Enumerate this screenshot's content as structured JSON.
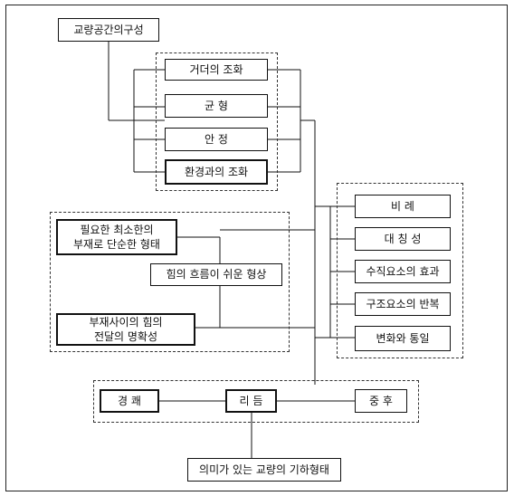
{
  "top_node": "교량공간의구성",
  "harmony_group": [
    "거더의 조화",
    "균    형",
    "안    정",
    "환경과의 조화"
  ],
  "structure_group": {
    "minimal_member": "필요한 최소한의\n부재로 단순한 형태",
    "force_flow": "힘의 흐름이 쉬운 형상",
    "force_transfer": "부재사이의 힘의\n전달의 명확성"
  },
  "proportion_group": [
    "비    례",
    "대 칭 성",
    "수직요소의 효과",
    "구조요소의 반복",
    "변화와 통일"
  ],
  "rhythm_row": [
    "경    쾌",
    "리  듬",
    "중  후"
  ],
  "bottom_node": "의미가 있는 교량의 기하형태"
}
